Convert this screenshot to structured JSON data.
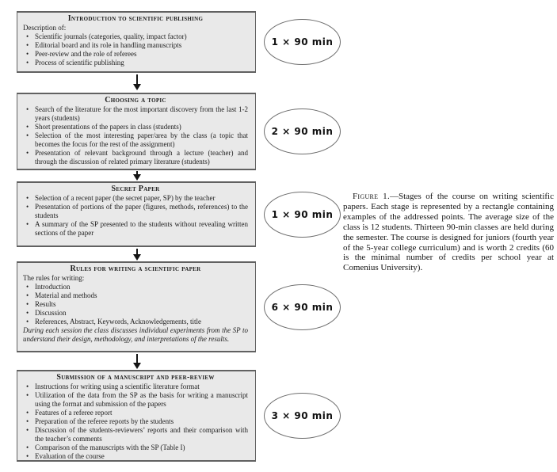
{
  "figure": {
    "stages": [
      {
        "title": "Introduction to scientific publishing",
        "lead": "Description of:",
        "bullets": [
          "Scientific journals (categories, quality, impact factor)",
          "Editorial board and its role in handling manuscripts",
          "Peer-review and the role of referees",
          "Process of scientific publishing"
        ],
        "duration": "1 × 90 min"
      },
      {
        "title": "Choosing a topic",
        "bullets": [
          "Search of the literature for the most important discovery from the last 1-2 years (students)",
          "Short presentations of the papers in class (students)",
          "Selection of the most interesting paper/area by the class (a topic that becomes the focus for the rest of the assignment)",
          "Presentation of relevant background through a lecture (teacher) and through the discussion of related primary literature (students)"
        ],
        "duration": "2 × 90 min"
      },
      {
        "title": "Secret Paper",
        "bullets": [
          "Selection of a recent paper (the secret paper, SP) by the teacher",
          "Presentation of portions of the paper (figures, methods, references) to the students",
          "A summary of the SP presented to the students without revealing written sections of the paper"
        ],
        "duration": "1 × 90 min"
      },
      {
        "title": "Rules for writing a scientific paper",
        "lead": "The rules for writing:",
        "bullets": [
          "Introduction",
          "Material and methods",
          "Results",
          "Discussion",
          "References, Abstract, Keywords, Acknowledgements, title"
        ],
        "note": "During each session the class discusses individual experiments from the SP to understand their design, methodology, and interpretations of the results.",
        "duration": "6 × 90 min"
      },
      {
        "title": "Submission of a manuscript and peer-review",
        "bullets": [
          "Instructions for writing using a scientific literature format",
          "Utilization of the data from the SP as the basis for writing a manuscript using the format and submission of the papers",
          "Features of a referee report",
          "Preparation of the referee reports by the students",
          "Discussion of the students-reviewers’ reports and their comparison with the teacher’s comments",
          "Comparison of the manuscripts with the SP (Table I)",
          "Evaluation of the course"
        ],
        "duration": "3 × 90 min"
      }
    ],
    "caption": {
      "label": "Figure 1.",
      "text": "—Stages of the course on writing scientific papers. Each stage is represented by a rectangle containing examples of the addressed points. The average size of the class is 12 students. Thirteen 90-min classes are held during the semester. The course is designed for juniors (fourth year of the 5-year college curriculum) and is worth 2 credits (60 is the minimal number of credits per school year at Comenius University)."
    }
  }
}
